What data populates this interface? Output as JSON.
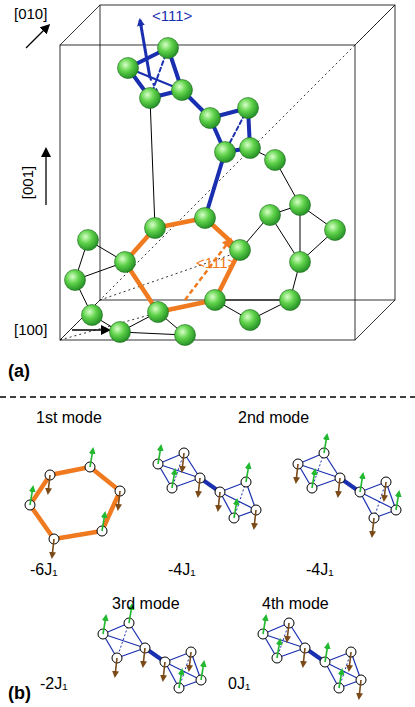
{
  "diagram": {
    "labels": [
      "[010]",
      "<111>",
      "[001]",
      "<111>",
      "(a)",
      "[100]",
      "1st mode",
      "2nd mode",
      "-6J₁",
      "-4J₁",
      "-4J₁",
      "3rd mode",
      "4th mode",
      "(b)",
      "-2J₁",
      "0J₁"
    ]
  }
}
